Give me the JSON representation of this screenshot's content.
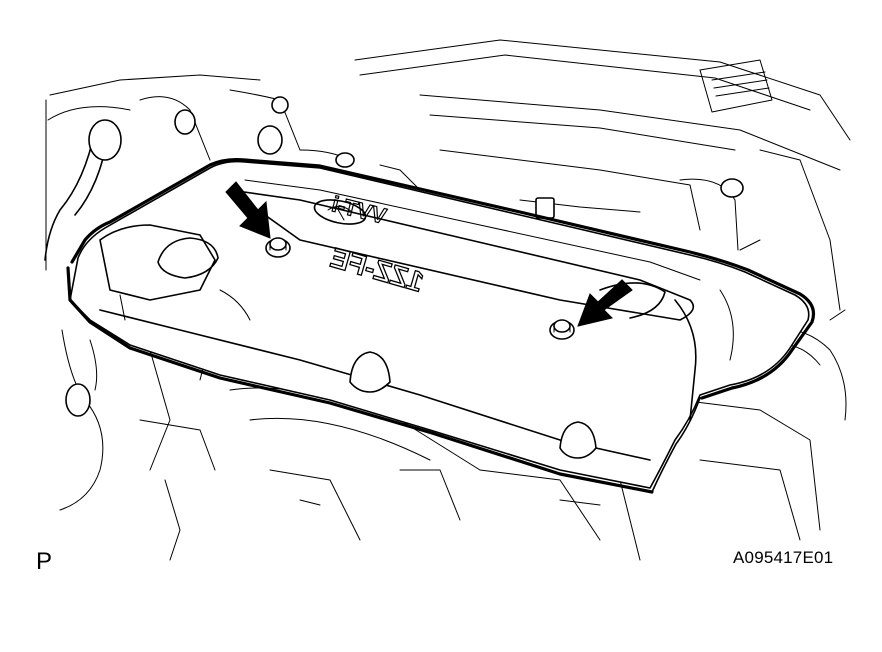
{
  "figure": {
    "corner_mark": "P",
    "figure_code": "A095417E01"
  },
  "cover": {
    "emblem_text": "VVT-i",
    "nameplate_text": "1ZZ-FE"
  },
  "icons": {
    "pointer": "arrow-icon",
    "fastener": "nut-icon"
  },
  "colors": {
    "line": "#000000",
    "background": "#ffffff"
  }
}
